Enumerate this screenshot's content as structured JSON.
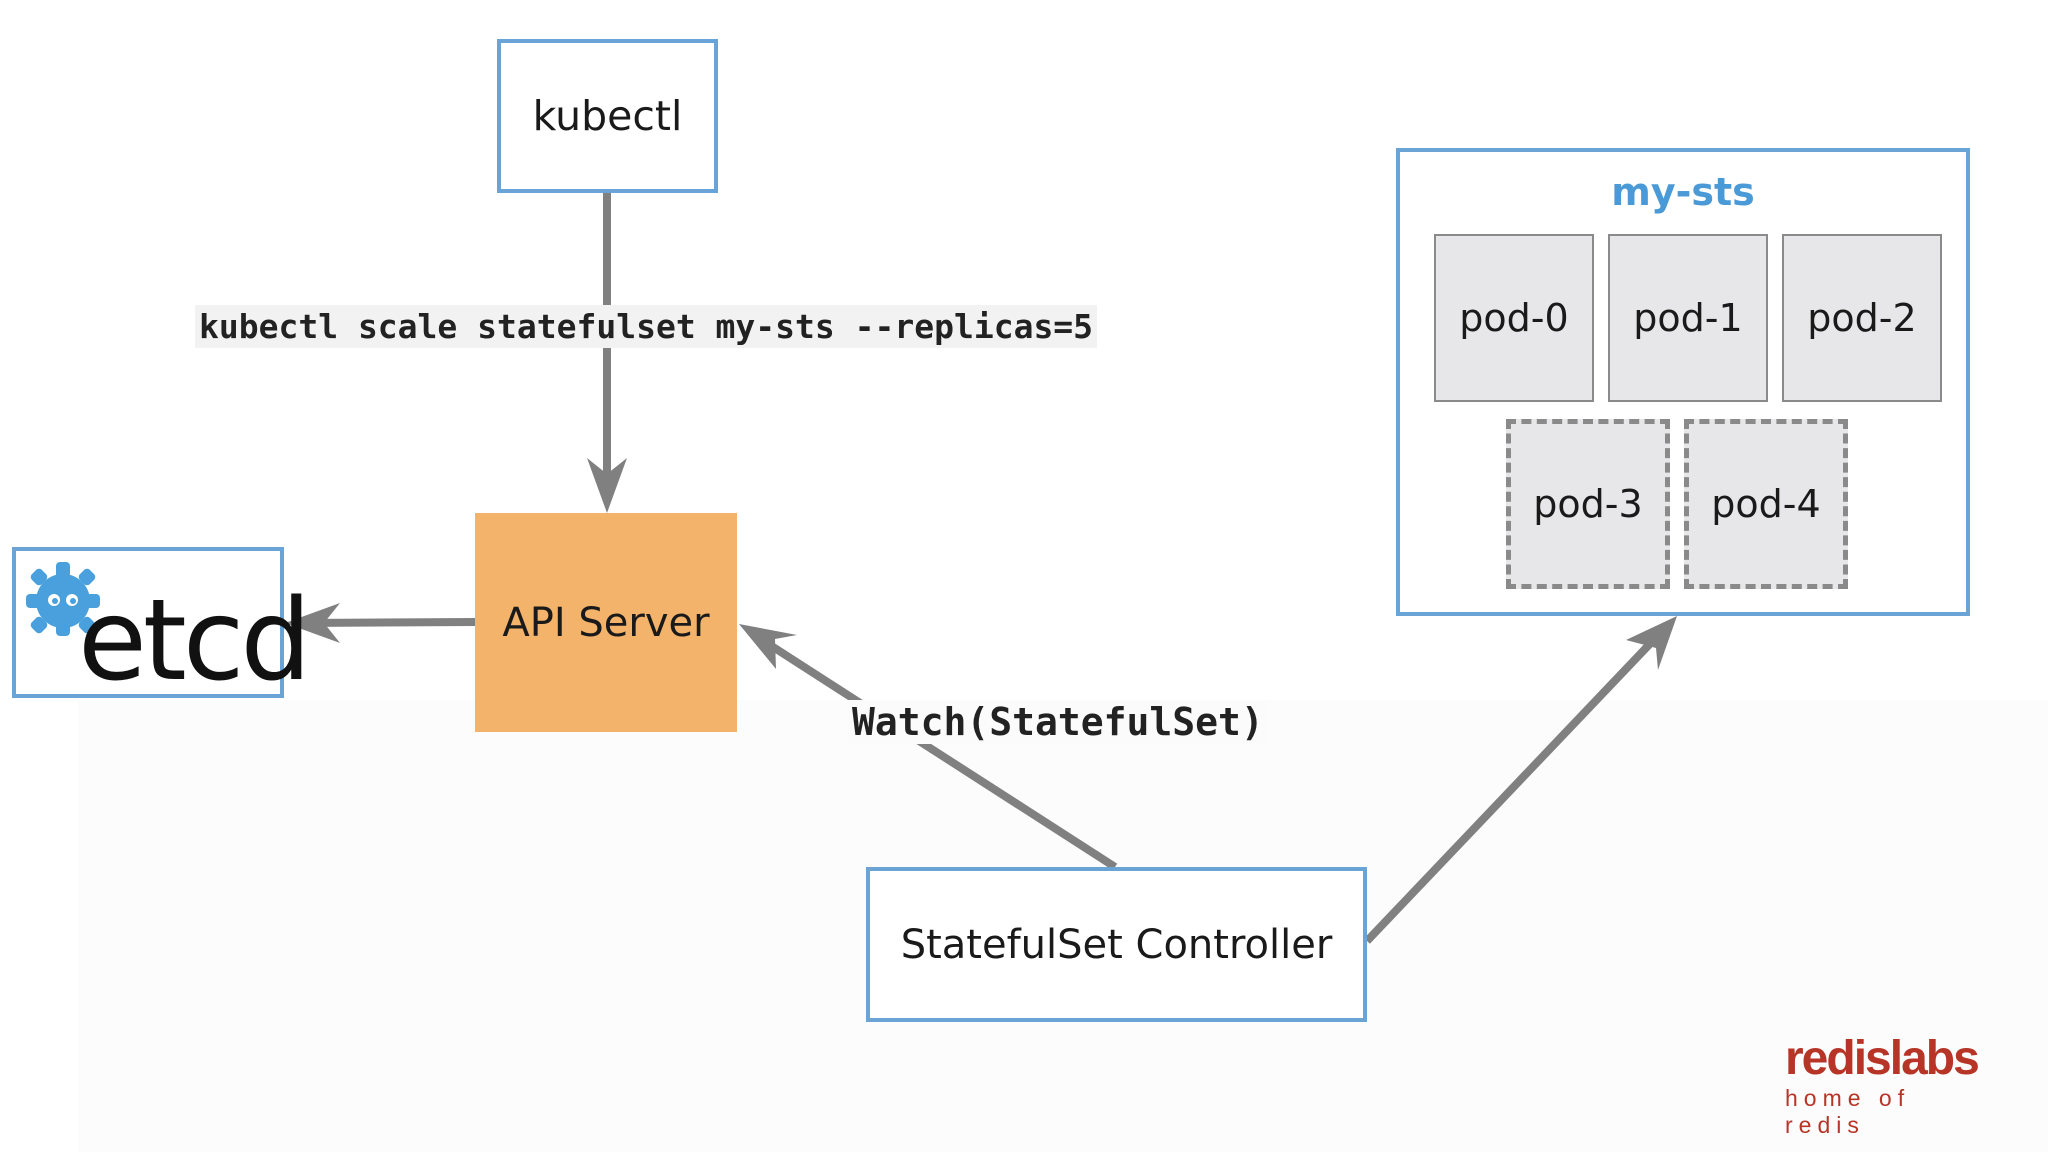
{
  "diagram": {
    "kubectl": {
      "label": "kubectl"
    },
    "command": {
      "label": "kubectl scale statefulset my-sts --replicas=5"
    },
    "api_server": {
      "label": "API Server"
    },
    "etcd": {
      "label": "etcd"
    },
    "watch": {
      "label": "Watch(StatefulSet)"
    },
    "controller": {
      "label": "StatefulSet Controller"
    },
    "statefulset": {
      "title": "my-sts",
      "pods": [
        "pod-0",
        "pod-1",
        "pod-2",
        "pod-3",
        "pod-4"
      ]
    }
  },
  "branding": {
    "name": "redislabs",
    "tagline": "home of redis"
  },
  "colors": {
    "box_border": "#6aa3d6",
    "api_server_fill": "#f4b36a",
    "arrow": "#808080",
    "pod_fill": "#e7e6e8",
    "title_blue": "#4a9ad7",
    "brand_red": "#b73527"
  },
  "icons": [
    "etcd-logo-icon"
  ]
}
